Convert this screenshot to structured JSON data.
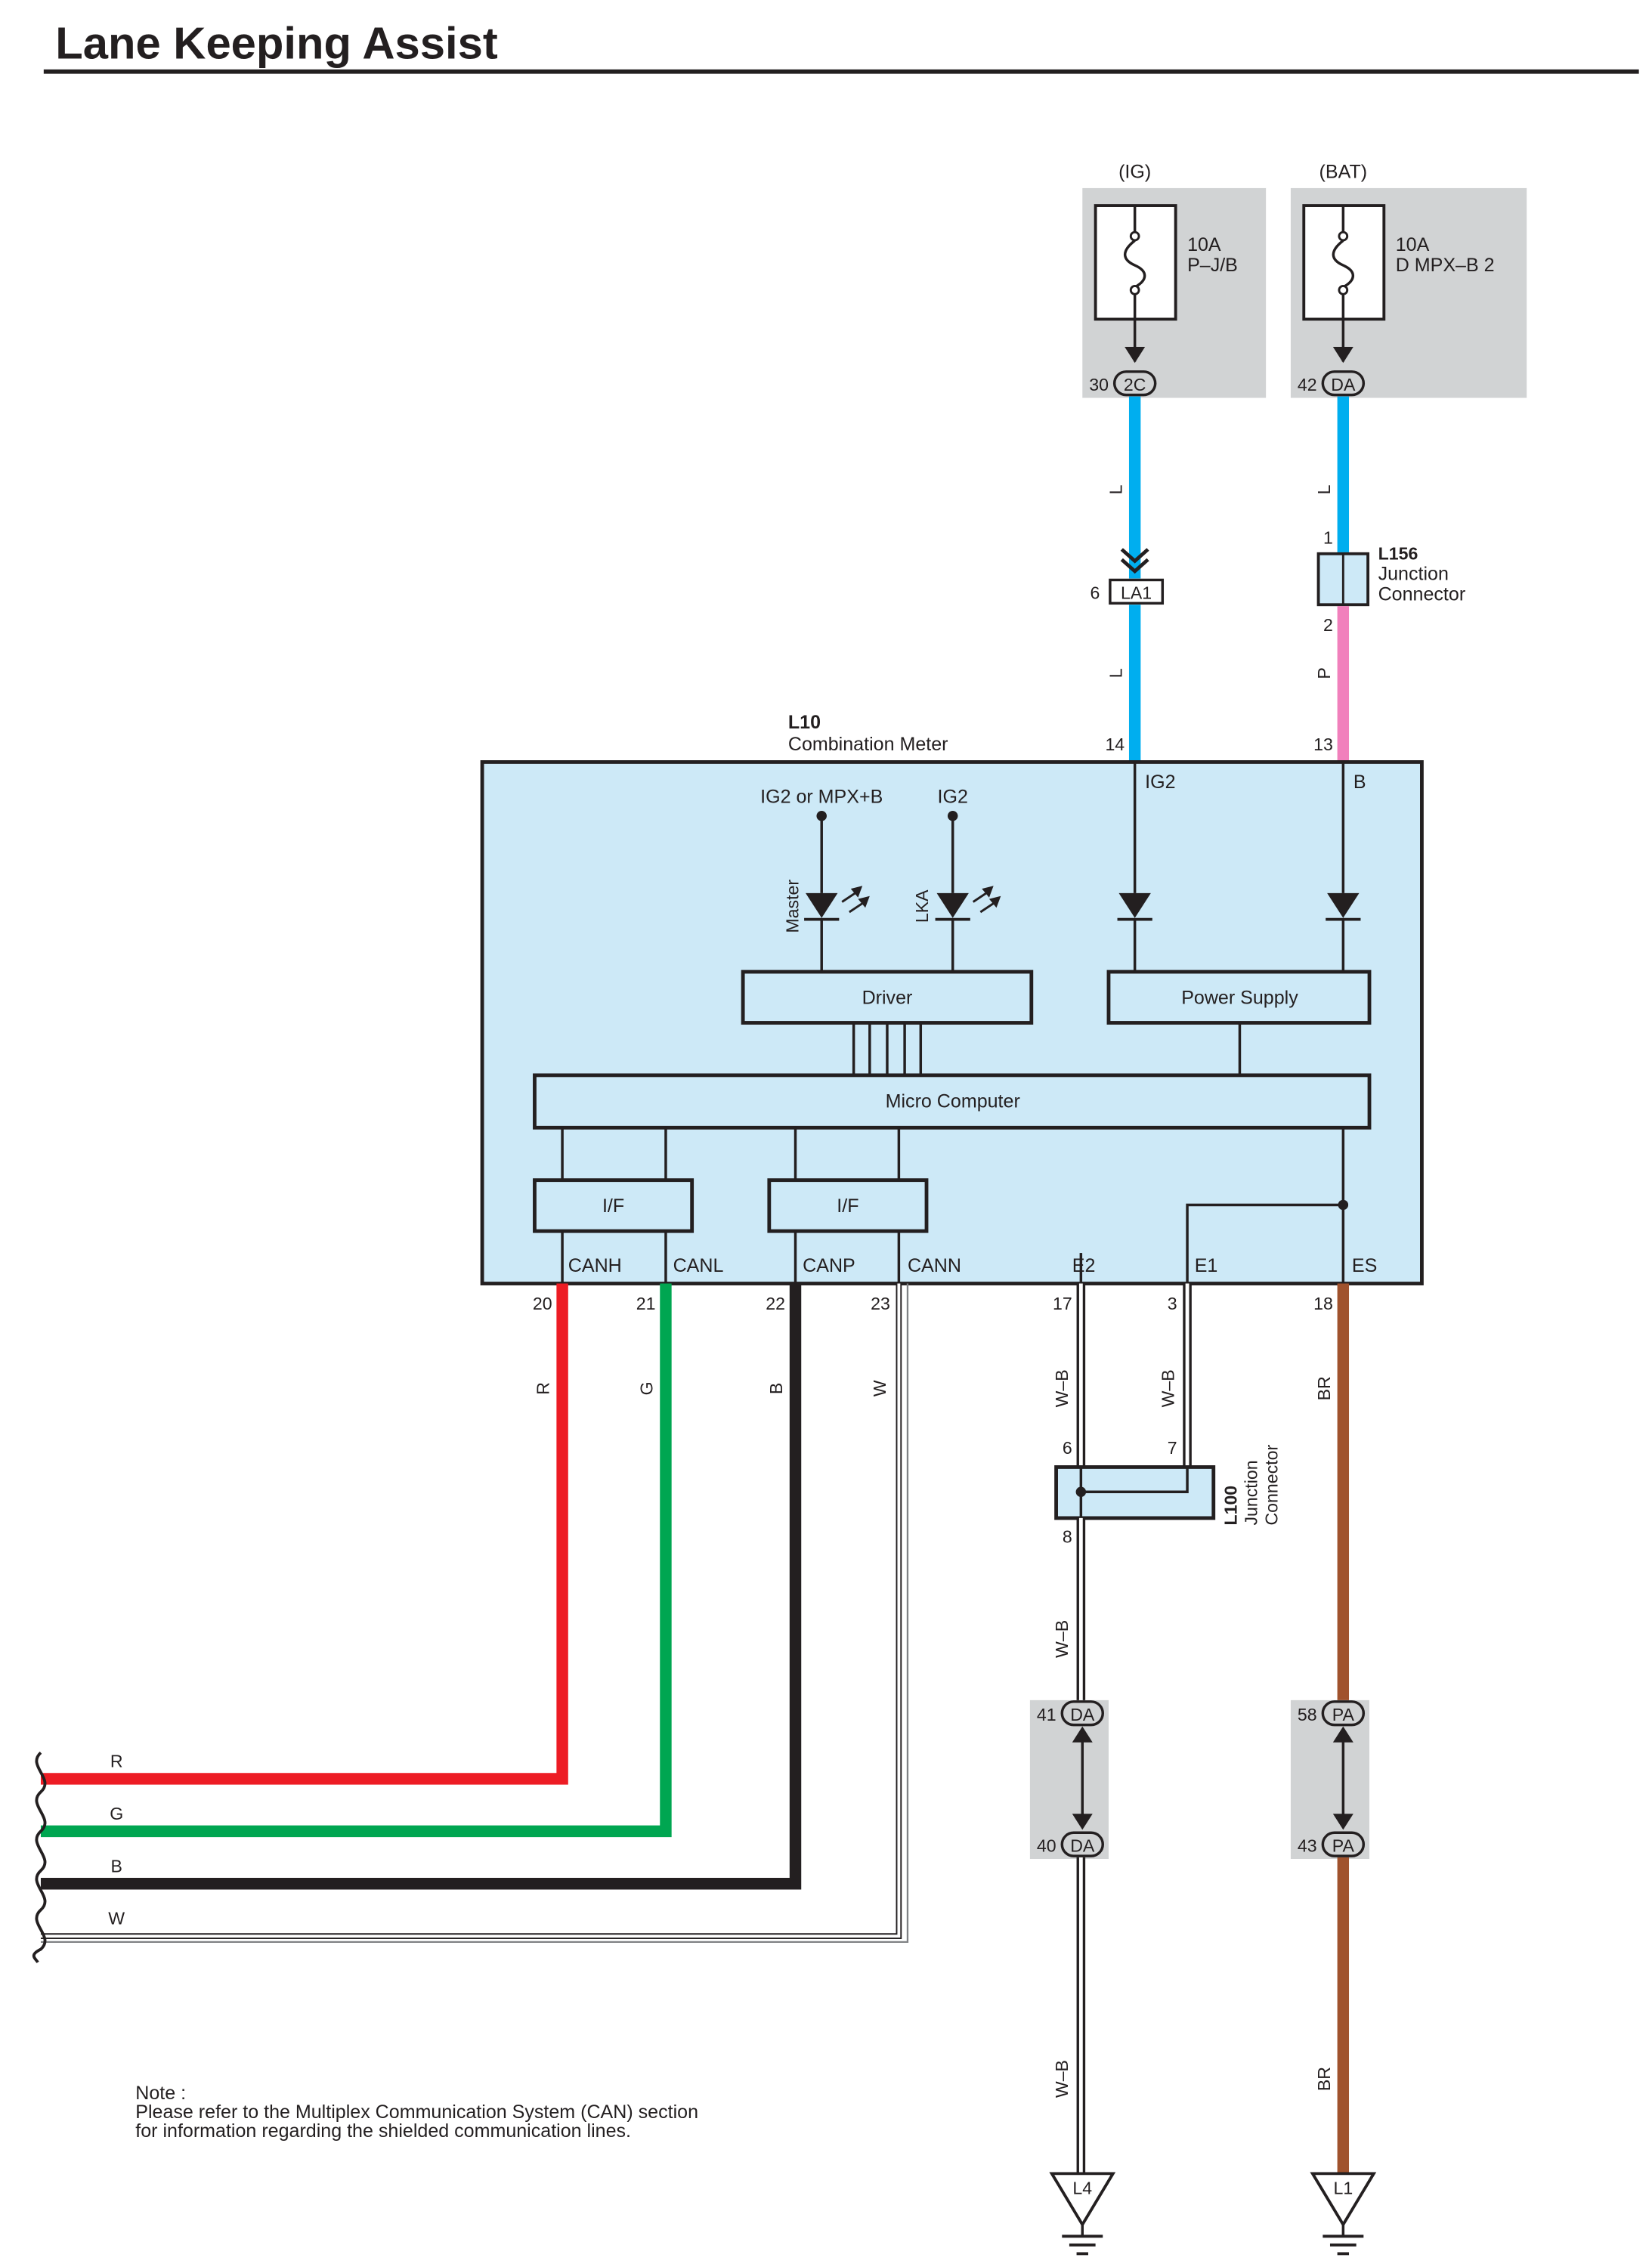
{
  "page": {
    "title": "Lane Keeping Assist"
  },
  "fuses": {
    "ig": {
      "header": "(IG)",
      "rating": "10A",
      "name": "P–J/B",
      "connector": "2C",
      "pin": "30"
    },
    "bat": {
      "header": "(BAT)",
      "rating": "10A",
      "name": "D MPX–B 2",
      "connector": "DA",
      "pin": "42"
    }
  },
  "connectors": {
    "la1": {
      "code": "LA1",
      "pin": "6"
    },
    "l156": {
      "code": "L156",
      "desc1": "Junction",
      "desc2": "Connector",
      "pin_top": "1",
      "pin_bottom": "2"
    },
    "l100": {
      "code": "L100",
      "desc1": "Junction",
      "desc2": "Connector",
      "pin_left": "6",
      "pin_right": "7",
      "pin_bottom": "8"
    },
    "da_upper": {
      "code": "DA",
      "pin": "41"
    },
    "da_lower": {
      "code": "DA",
      "pin": "40"
    },
    "pa_upper": {
      "code": "PA",
      "pin": "58"
    },
    "pa_lower": {
      "code": "PA",
      "pin": "43"
    }
  },
  "meter": {
    "code": "L10",
    "name": "Combination Meter",
    "pin_ig2": "14",
    "pin_b": "13",
    "term_ig2": "IG2",
    "term_b": "B",
    "supply_master": "IG2 or MPX+B",
    "supply_lka": "IG2",
    "led_master": "Master",
    "led_lka": "LKA",
    "driver": "Driver",
    "power_supply": "Power Supply",
    "micro_computer": "Micro Computer",
    "if_left": "I/F",
    "if_right": "I/F",
    "terminals": [
      "CANH",
      "CANL",
      "CANP",
      "CANN",
      "E2",
      "E1",
      "ES"
    ],
    "pins": [
      "20",
      "21",
      "22",
      "23",
      "17",
      "3",
      "18"
    ]
  },
  "wires": {
    "ig_top": "L",
    "ig_bottom": "L",
    "bat_top": "L",
    "bat_bottom": "P",
    "canh": "R",
    "canl": "G",
    "canp": "B",
    "cann": "W",
    "e2": "W–B",
    "e1": "W–B",
    "es": "BR",
    "e2_mid": "W–B",
    "e2_bottom": "W–B",
    "es_bottom": "BR",
    "left_r": "R",
    "left_g": "G",
    "left_b": "B",
    "left_w": "W"
  },
  "grounds": {
    "l4": "L4",
    "l1": "L1"
  },
  "note": {
    "line1": "Note :",
    "line2": "Please refer to the Multiplex Communication System (CAN) section",
    "line3": "for information regarding the shielded communication lines."
  },
  "colors": {
    "red": "#ed1c24",
    "green": "#00a651",
    "black": "#231f20",
    "blue": "#00aeef",
    "pink": "#f180bc",
    "brown": "#a0522d",
    "box_fill": "#cde9f7",
    "gray_fill": "#d1d3d4"
  }
}
